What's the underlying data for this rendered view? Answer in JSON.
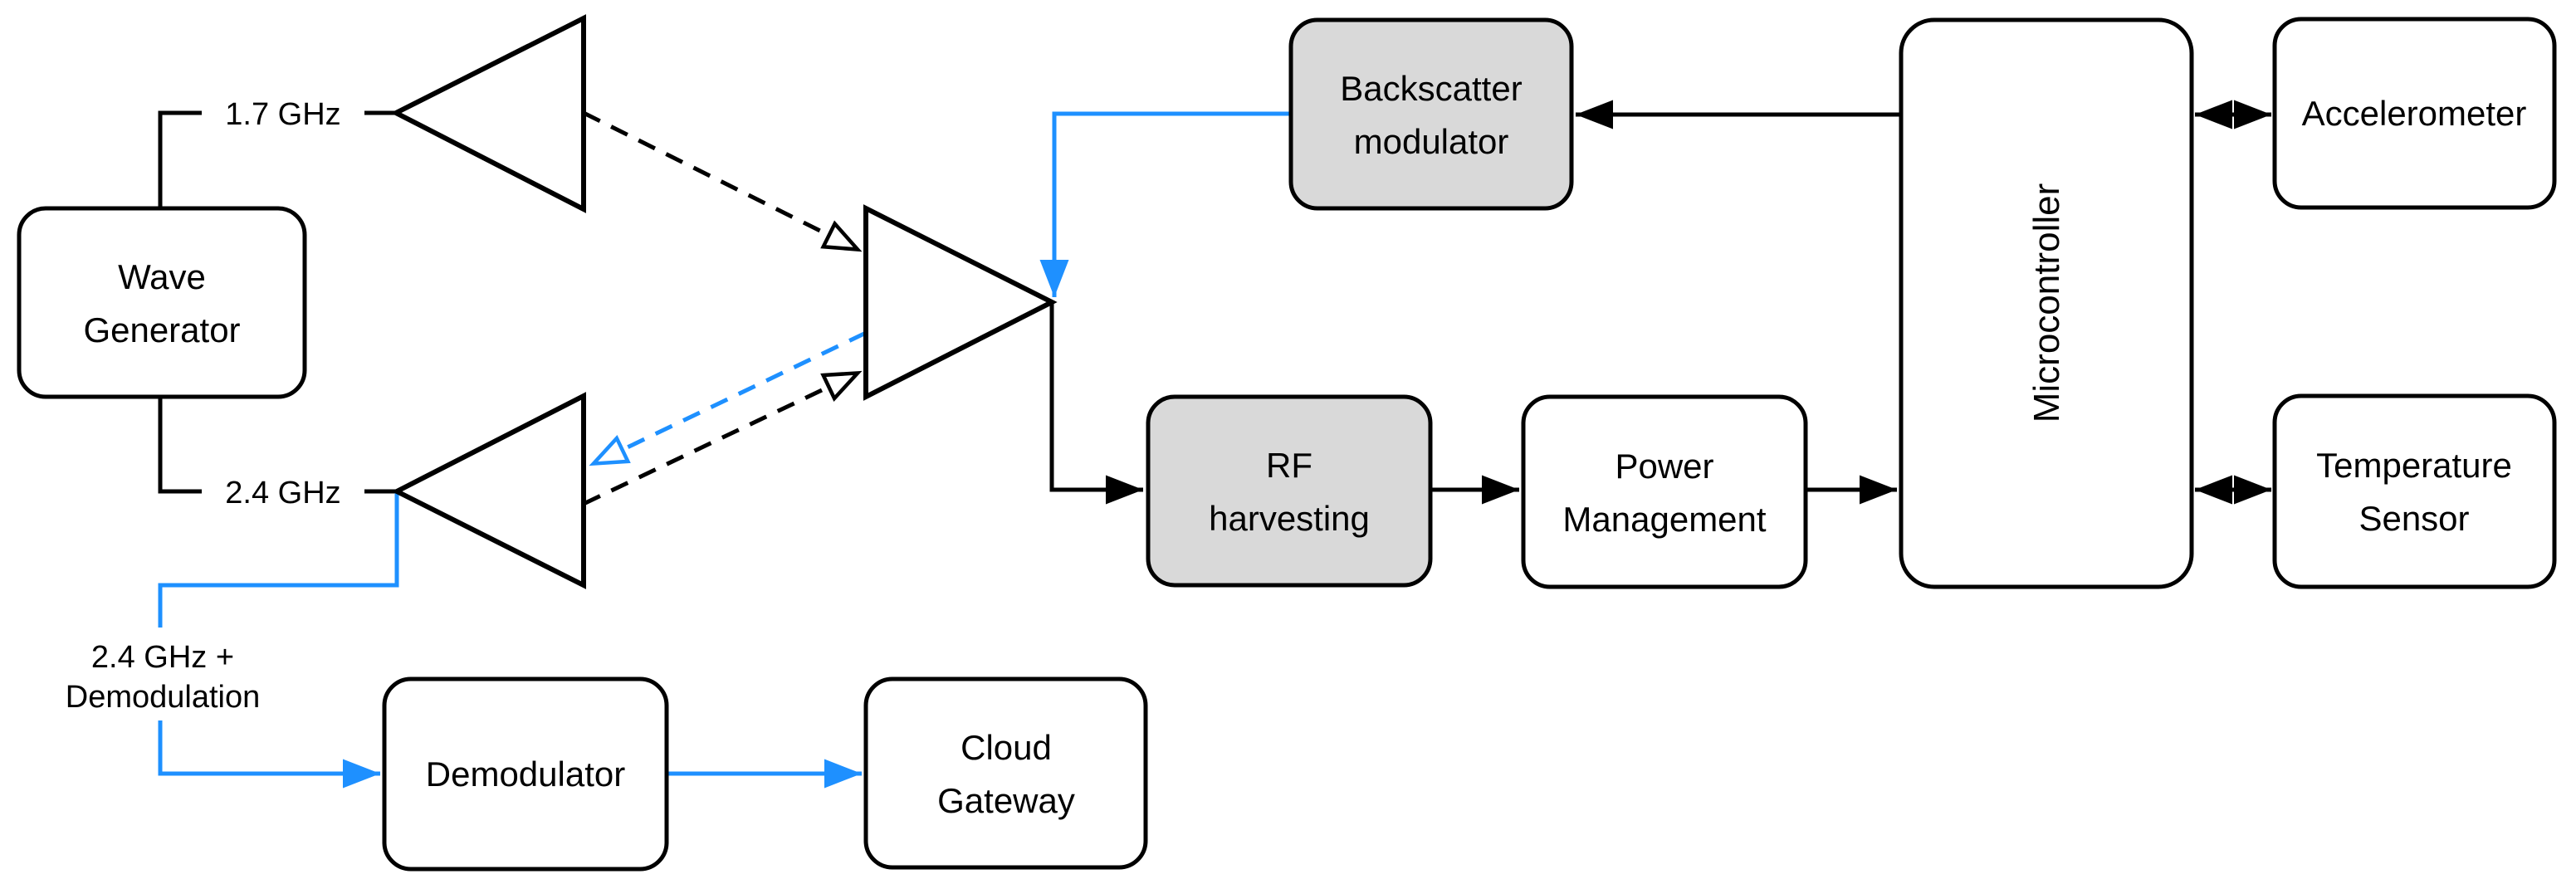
{
  "diagram": {
    "title_hint": "RF backscatter sensing system block diagram",
    "colors": {
      "accent_blue": "#1E90FF",
      "box_gray": "#D9D9D9",
      "line_black": "#000000",
      "background": "#FFFFFF"
    },
    "boxes": {
      "wave_generator": {
        "line1": "Wave",
        "line2": "Generator"
      },
      "backscatter": {
        "line1": "Backscatter",
        "line2": "modulator"
      },
      "rf_harvesting": {
        "line1": "RF",
        "line2": "harvesting"
      },
      "power_management": {
        "line1": "Power",
        "line2": "Management"
      },
      "microcontroller": {
        "label": "Microcontroller"
      },
      "accelerometer": {
        "label": "Accelerometer"
      },
      "temperature_sensor": {
        "line1": "Temperature",
        "line2": "Sensor"
      },
      "demodulator": {
        "label": "Demodulator"
      },
      "cloud_gateway": {
        "line1": "Cloud",
        "line2": "Gateway"
      }
    },
    "labels": {
      "freq_top": "1.7 GHz",
      "freq_bottom": "2.4 GHz",
      "demod_line1": "2.4 GHz +",
      "demod_line2": "Demodulation"
    }
  }
}
